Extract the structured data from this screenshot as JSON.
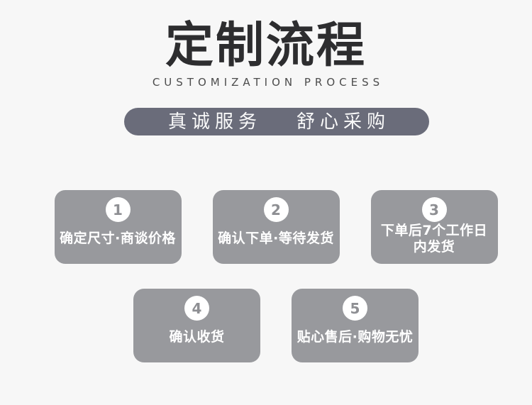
{
  "title": "定制流程",
  "subtitle": "CUSTOMIZATION PROCESS",
  "banner": {
    "left": "真诚服务",
    "right": "舒心采购"
  },
  "steps": [
    {
      "number": "1",
      "label": "确定尺寸·商谈价格"
    },
    {
      "number": "2",
      "label": "确认下单·等待发货"
    },
    {
      "number": "3",
      "label": "下单后7个工作日内发货"
    },
    {
      "number": "4",
      "label": "确认收货"
    },
    {
      "number": "5",
      "label": "贴心售后·购物无忧"
    }
  ],
  "colors": {
    "page_bg": "#f7f7f7",
    "title_color": "#2d2d2f",
    "subtitle_color": "#4c4c4c",
    "banner_bg": "#6a6c7a",
    "banner_text": "#fafafa",
    "card_bg": "#98999d",
    "card_text": "#ffffff",
    "badge_bg": "#ffffff",
    "badge_number": "#8e8f93"
  }
}
